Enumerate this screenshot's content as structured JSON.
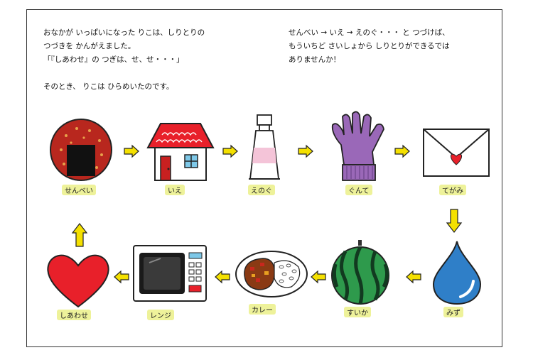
{
  "story": {
    "left": [
      "おなかが いっぱいになった りこは、しりとりの",
      "つづきを かんがえました。",
      "「『しあわせ』の つぎは、せ、せ・・・」",
      "",
      "そのとき、 りこは ひらめいたのです。"
    ],
    "right": [
      "せんべい → いえ → えのぐ・・・ と つづけば、",
      "もういちど さいしょから しりとりができるでは",
      "ありませんか！"
    ]
  },
  "chain": [
    {
      "word": "せんべい",
      "icon": "senbei-cracker-icon"
    },
    {
      "word": "いえ",
      "icon": "house-icon"
    },
    {
      "word": "えのぐ",
      "icon": "paint-tube-icon"
    },
    {
      "word": "ぐんて",
      "icon": "work-glove-icon"
    },
    {
      "word": "てがみ",
      "icon": "letter-envelope-icon"
    },
    {
      "word": "みず",
      "icon": "water-drop-icon"
    },
    {
      "word": "すいか",
      "icon": "watermelon-icon"
    },
    {
      "word": "カレー",
      "icon": "curry-rice-icon"
    },
    {
      "word": "レンジ",
      "icon": "microwave-icon"
    },
    {
      "word": "しあわせ",
      "icon": "heart-icon"
    }
  ],
  "colors": {
    "arrow": "#f4e000",
    "label_highlight": "#eef29a",
    "heart": "#e8202a",
    "roof": "#e8202a",
    "glove": "#9a68b8",
    "water": "#2f7fc8",
    "melon": "#1f6b3a"
  }
}
